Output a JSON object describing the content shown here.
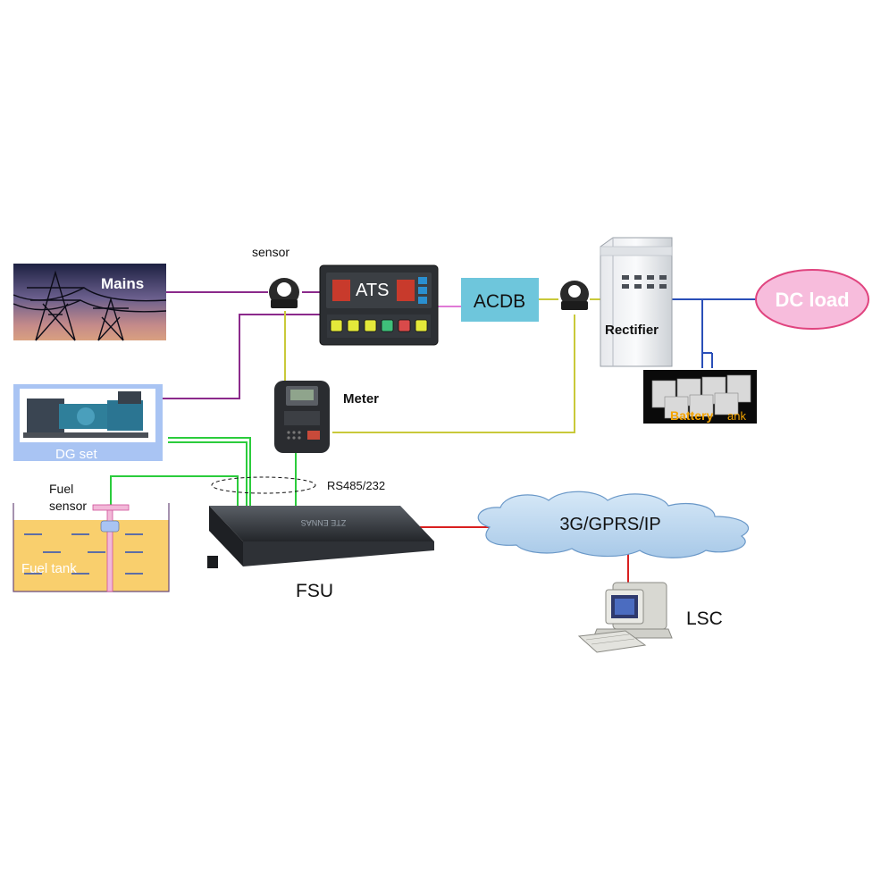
{
  "labels": {
    "mains": "Mains",
    "sensor": "sensor",
    "ats": "ATS",
    "acdb": "ACDB",
    "rectifier": "Rectifier",
    "dc_load": "DC load",
    "meter": "Meter",
    "battery": "Battery",
    "battery_tank": "ank",
    "dg_set": "DG set",
    "fuel_sensor_line1": "Fuel",
    "fuel_sensor_line2": "sensor",
    "fuel_tank": "Fuel tank",
    "rs485": "RS485/232",
    "fsu": "FSU",
    "network": "3G/GPRS/IP",
    "lsc": "LSC"
  },
  "colors": {
    "power_line": "#8b2a8b",
    "sensor_line": "#c9c93a",
    "signal_line": "#2bcc3c",
    "network_line": "#d92020",
    "dc_line": "#2a4fb8",
    "dc_load_fill": "#f7bcdc",
    "dc_load_stroke": "#e0447f",
    "acdb_fill": "#6ec6dc",
    "cloud_fill": "#b8d6ee",
    "fuel_tank_fill": "#f9cf6d",
    "dg_frame": "#a9c4f3"
  },
  "icons": [
    "power-tower-icon",
    "current-sensor-icon",
    "ats-controller-icon",
    "rectifier-cabinet-icon",
    "battery-bank-icon",
    "energy-meter-icon",
    "diesel-generator-icon",
    "fsu-rack-icon",
    "cloud-icon",
    "computer-icon"
  ]
}
